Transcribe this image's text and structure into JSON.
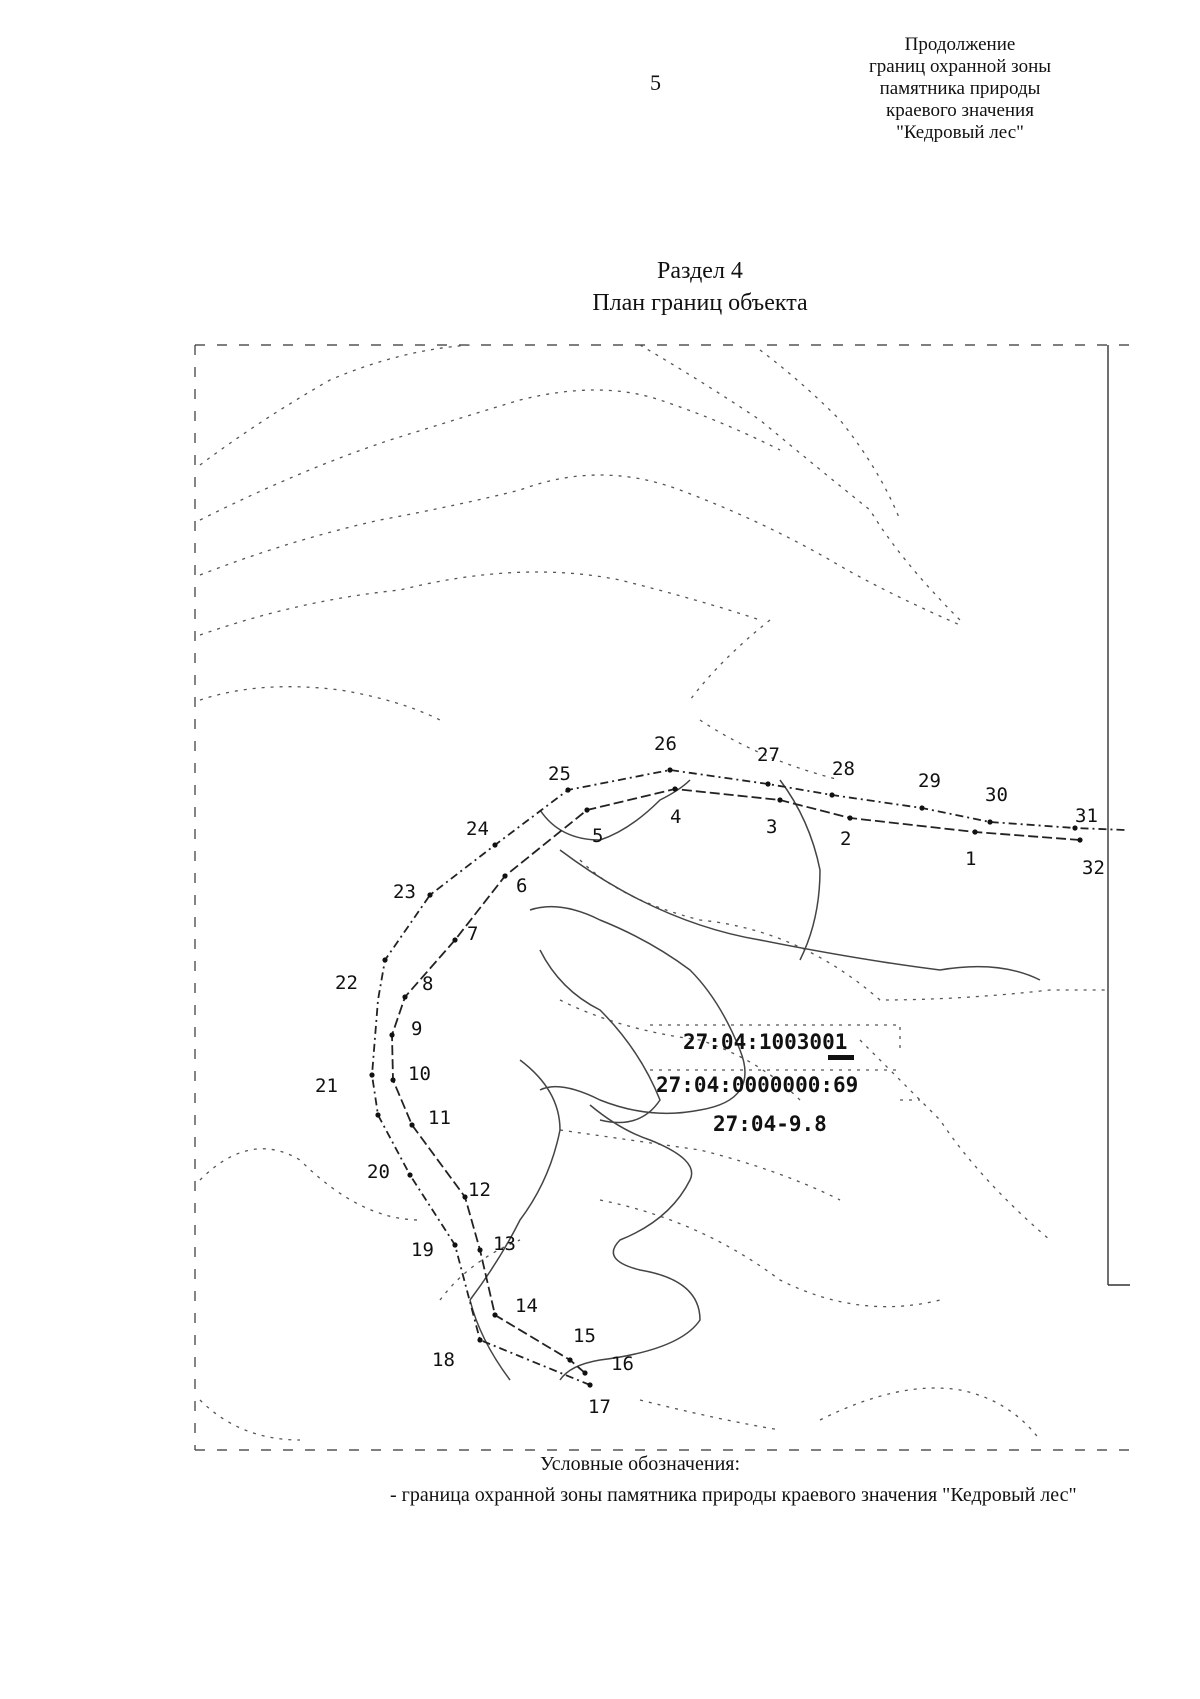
{
  "page_number": "5",
  "header": [
    "Продолжение",
    "границ охранной зоны",
    "памятника природы",
    "краевого значения",
    "\"Кедровый лес\""
  ],
  "section": {
    "title": "Раздел 4",
    "subtitle": "План границ объекта"
  },
  "plan": {
    "points": [
      "1",
      "2",
      "3",
      "4",
      "5",
      "6",
      "7",
      "8",
      "9",
      "10",
      "11",
      "12",
      "13",
      "14",
      "15",
      "16",
      "17",
      "18",
      "19",
      "20",
      "21",
      "22",
      "23",
      "24",
      "25",
      "26",
      "27",
      "28",
      "29",
      "30",
      "31",
      "32"
    ],
    "parcels": [
      "27:04:1003001",
      "27:04:0000000:69",
      "27:04-9.8"
    ]
  },
  "legend": {
    "title": "Условные обозначения:",
    "item": "- граница охранной зоны памятника природы краевого значения \"Кедровый лес\""
  }
}
